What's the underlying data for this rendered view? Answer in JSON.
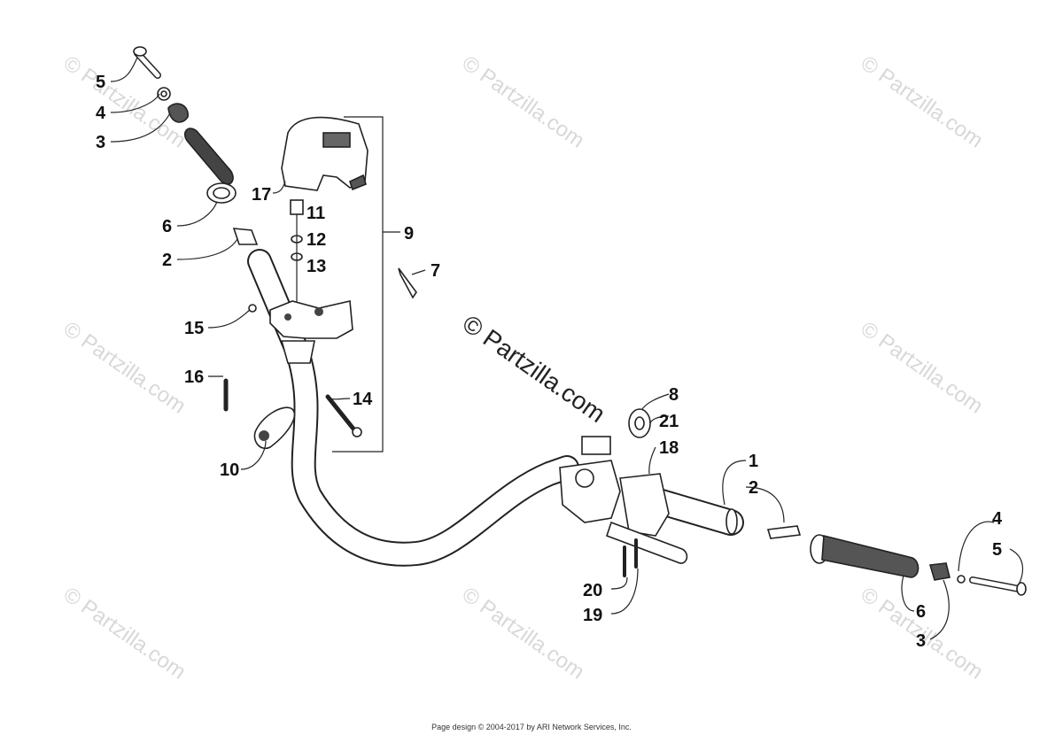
{
  "callouts": {
    "c1": "1",
    "c2": "2",
    "c2b": "2",
    "c3": "3",
    "c3b": "3",
    "c4": "4",
    "c4b": "4",
    "c5": "5",
    "c5b": "5",
    "c6": "6",
    "c6b": "6",
    "c7": "7",
    "c8": "8",
    "c9": "9",
    "c10": "10",
    "c11": "11",
    "c12": "12",
    "c13": "13",
    "c14": "14",
    "c15": "15",
    "c16": "16",
    "c17": "17",
    "c18": "18",
    "c19": "19",
    "c20": "20",
    "c21": "21"
  },
  "watermark": {
    "repeat_text": "© Partzilla.com",
    "center_text": "© Partzilla.com"
  },
  "footer": {
    "copyright": "Page design © 2004-2017 by ARI Network Services, Inc."
  }
}
